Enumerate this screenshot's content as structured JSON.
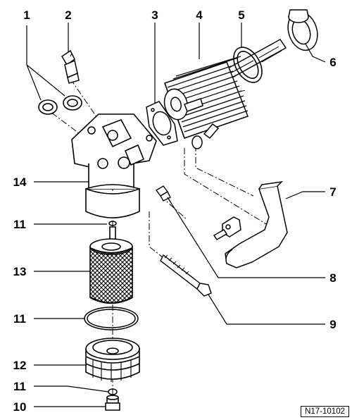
{
  "diagram": {
    "reference": "N17-10102",
    "callouts": [
      {
        "id": "1",
        "label": "1"
      },
      {
        "id": "2",
        "label": "2"
      },
      {
        "id": "3",
        "label": "3"
      },
      {
        "id": "4",
        "label": "4"
      },
      {
        "id": "5",
        "label": "5"
      },
      {
        "id": "6",
        "label": "6"
      },
      {
        "id": "7",
        "label": "7"
      },
      {
        "id": "8",
        "label": "8"
      },
      {
        "id": "9",
        "label": "9"
      },
      {
        "id": "10",
        "label": "10"
      },
      {
        "id": "11a",
        "label": "11"
      },
      {
        "id": "11b",
        "label": "11"
      },
      {
        "id": "11c",
        "label": "11"
      },
      {
        "id": "12",
        "label": "12"
      },
      {
        "id": "13",
        "label": "13"
      },
      {
        "id": "14",
        "label": "14"
      }
    ]
  }
}
